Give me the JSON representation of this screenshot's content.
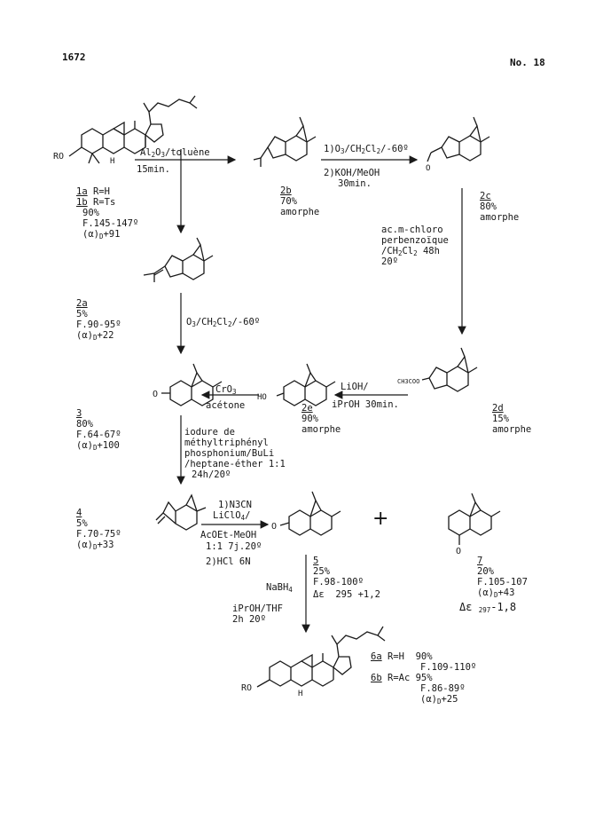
{
  "header": {
    "page_number": "1672",
    "issue": "No. 18"
  },
  "compounds": {
    "c1": {
      "label_a": "1a",
      "sub_a": "R=H",
      "label_b": "1b",
      "sub_b": "R=Ts",
      "yield": "90%",
      "mp": "F.145-147º",
      "rot": "(α)",
      "rot_val": "+91",
      "group": "RO"
    },
    "c2a": {
      "label": "2a",
      "yield": "5%",
      "mp": "F.90-95º",
      "rot": "(α)",
      "rot_val": "+22"
    },
    "c2b": {
      "label": "2b",
      "yield": "70%",
      "state": "amorphe"
    },
    "c2c": {
      "label": "2c",
      "yield": "80%",
      "state": "amorphe"
    },
    "c2d": {
      "label": "2d",
      "yield": "15%",
      "state": "amorphe",
      "group": "CH3COO"
    },
    "c2e": {
      "label": "2e",
      "yield": "90%",
      "state": "amorphe",
      "group": "HO"
    },
    "c3": {
      "label": "3",
      "yield": "80%",
      "mp": "F.64-67º",
      "rot": "(α)",
      "rot_val": "+100"
    },
    "c4": {
      "label": "4",
      "yield": "5%",
      "mp": "F.70-75º",
      "rot": "(α)",
      "rot_val": "+33"
    },
    "c5": {
      "label": "5",
      "yield": "25%",
      "mp": "F.98-100º",
      "ce": "Δε",
      "ce_val": "295 +1,2"
    },
    "c7": {
      "label": "7",
      "yield": "20%",
      "mp": "F.105-107",
      "rot": "(α)",
      "rot_val": "+43",
      "ce": "Δε",
      "ce_val": "297",
      "ce_sign": "-1,8"
    },
    "c6": {
      "label_a": "6a",
      "sub_a": "R=H",
      "yield_a": "90%",
      "mp_a": "F.109-110º",
      "label_b": "6b",
      "sub_b": "R=Ac",
      "yield_b": "95%",
      "mp_b": "F.86-89º",
      "rot": "(α)",
      "rot_val": "+25",
      "group": "RO"
    }
  },
  "reagents": {
    "r1": {
      "l1": "Al2O3/toluène",
      "l2": "15min."
    },
    "r2": {
      "l1": "1)O3/CH2Cl2/-60º",
      "l2": "2)KOH/MeOH",
      "l3": "30min."
    },
    "r3": {
      "l1": "ac.m-chloro",
      "l2": "perbenzoïque",
      "l3": "/CH2Cl2 48h",
      "l4": "20º"
    },
    "r4": {
      "l1": "O3/CH2Cl2/-60º"
    },
    "r5": {
      "l1": "LiOH/",
      "l2": "iPrOH 30min."
    },
    "r6": {
      "l1": "CrO3",
      "l2": "acétone"
    },
    "r7": {
      "l1": "iodure de",
      "l2": "méthyltriphényl",
      "l3": "phosphonium/BuLi",
      "l4": "/heptane-éther 1:1",
      "l5": "24h/20º"
    },
    "r8": {
      "l1": "1)N3CN",
      "l2": "LiClO4/",
      "l3": "AcOEt-MeOH",
      "l4": "1:1 7j.20º",
      "l5": "2)HCl 6N"
    },
    "r9": {
      "l1": "NaBH4",
      "l2": "iPrOH/THF",
      "l3": "2h 20º"
    }
  },
  "plus_sign": "+"
}
